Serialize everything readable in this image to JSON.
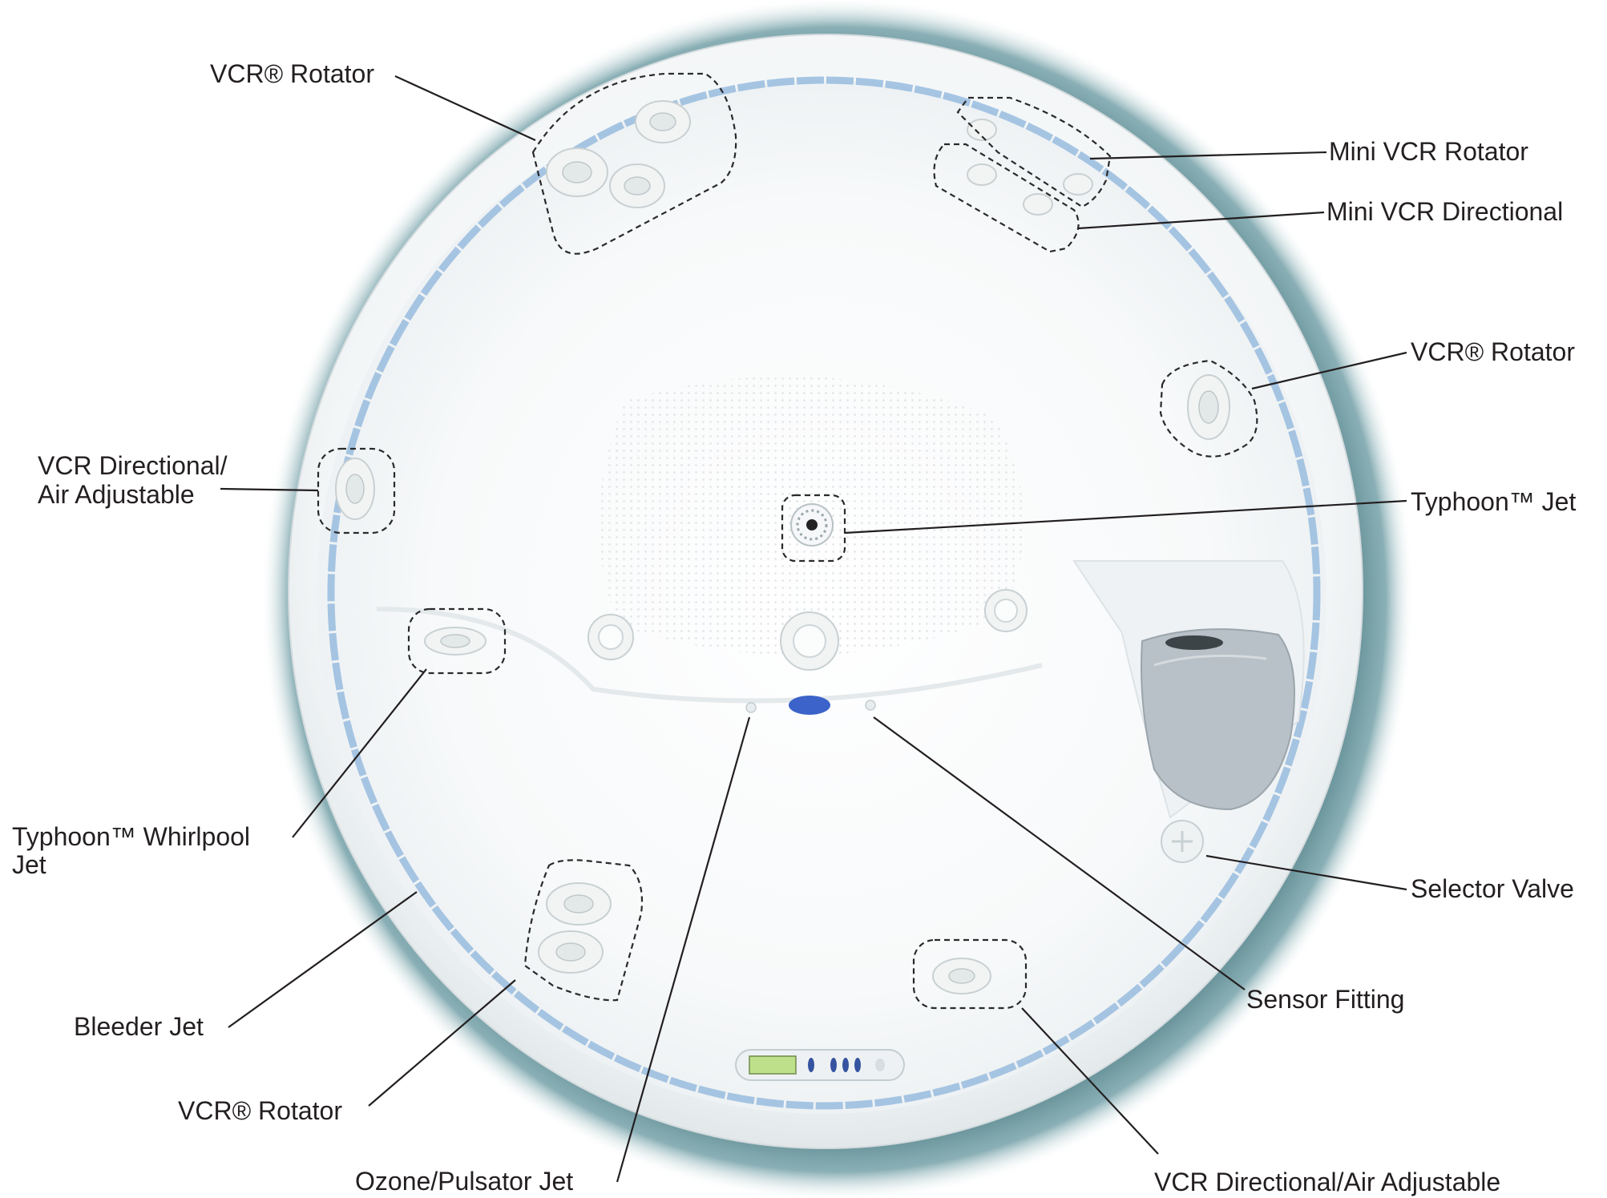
{
  "labels": {
    "vcr_rotator_top": "VCR® Rotator",
    "mini_vcr_rotator": "Mini VCR Rotator",
    "mini_vcr_directional": "Mini VCR Directional",
    "vcr_rotator_right": "VCR® Rotator",
    "vcr_directional_left_line1": "VCR Directional/",
    "vcr_directional_left_line2": "Air Adjustable",
    "typhoon_jet": "Typhoon™ Jet",
    "typhoon_whirlpool_line1": "Typhoon™ Whirlpool",
    "typhoon_whirlpool_line2": "Jet",
    "selector_valve": "Selector Valve",
    "sensor_fitting": "Sensor Fitting",
    "bleeder_jet": "Bleeder Jet",
    "vcr_rotator_bottom": "VCR® Rotator",
    "ozone_pulsator_jet": "Ozone/Pulsator Jet",
    "vcr_directional_bottom": "VCR Directional/Air Adjustable"
  },
  "colors": {
    "shell_rim": "#f4f7f8",
    "shell_interior": "#fbfcfd",
    "shadow": "#0e3f47",
    "waterline_tile": "#9cbfe0",
    "sensor_blue": "#3b63c9",
    "pillow_gray": "#b8c1c7",
    "label_text": "#231f20"
  },
  "icons": {
    "control_panel": "control-panel-icon",
    "pillow": "headrest-pillow-icon",
    "selector_valve": "valve-knob-icon"
  }
}
